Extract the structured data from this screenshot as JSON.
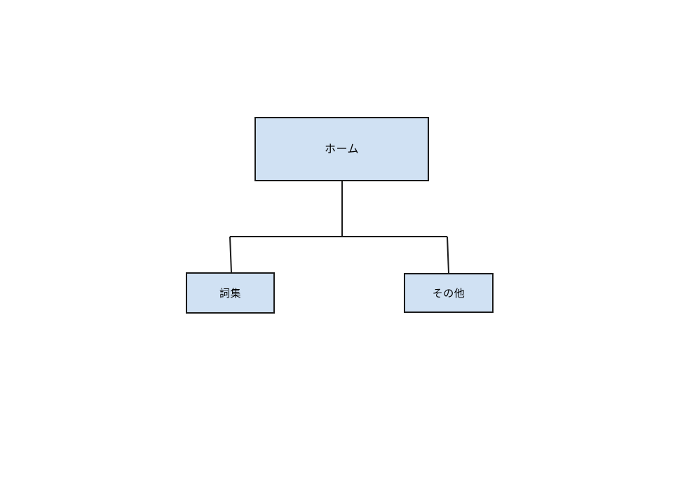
{
  "diagram": {
    "type": "org-chart",
    "background_color": "#ffffff",
    "node_fill_color": "#d0e1f3",
    "node_border_color": "#1a1a1a",
    "connector_color": "#1a1a1a",
    "text_color": "#000000",
    "root": {
      "label": "ホーム",
      "name": "home"
    },
    "children": [
      {
        "label": "詞集",
        "name": "lyrics-collection"
      },
      {
        "label": "その他",
        "name": "other"
      }
    ]
  }
}
